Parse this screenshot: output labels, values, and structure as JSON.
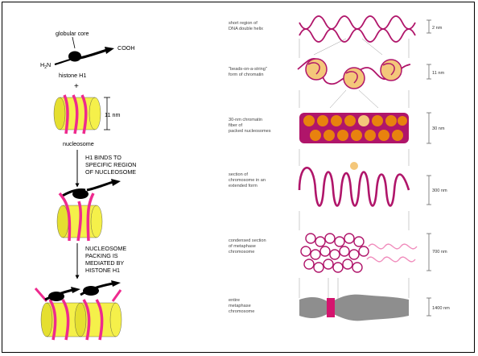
{
  "left": {
    "globular_core": "globular core",
    "h2n": "H",
    "h2n_sub": "2",
    "h2n_n": "N",
    "cooh": "COOH",
    "histone": "histone H1",
    "plus": "+",
    "size_11nm": "11 nm",
    "nucleosome": "nucleosome",
    "step1": [
      "H1 BINDS TO",
      "SPECIFIC REGION",
      "OF NUCLEOSOME"
    ],
    "step2": [
      "NUCLEOSOME",
      "PACKING IS",
      "MEDIATED BY",
      "HISTONE H1"
    ]
  },
  "right": {
    "labels": [
      [
        "short region of",
        "DNA double helix"
      ],
      [
        "\"beads-on-a-string\"",
        "form of chromatin"
      ],
      [
        "30-nm chromatin",
        "fiber of",
        "packed nucleosomes"
      ],
      [
        "section of",
        "chromosome in an",
        "extended form"
      ],
      [
        "condensed section",
        "of metaphase",
        "chromosome"
      ],
      [
        "entire",
        "metaphase",
        "chromosome"
      ]
    ],
    "scales": [
      "2 nm",
      "11 nm",
      "30 nm",
      "300 nm",
      "700 nm",
      "1400 nm"
    ]
  },
  "colors": {
    "yellow": "#f5f04a",
    "magenta": "#ee2a8e",
    "dna": "#b0156a",
    "bead": "#f4c77a",
    "orange": "#e8820e",
    "gray": "#8e8e8e"
  }
}
